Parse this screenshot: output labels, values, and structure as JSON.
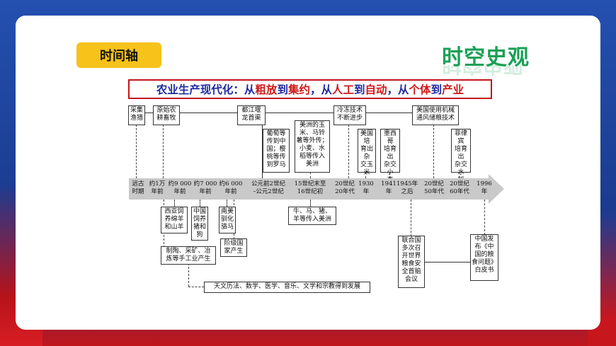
{
  "header": {
    "tag": "时间轴",
    "brand": "时空史观"
  },
  "banner": {
    "p1": "农业生产现代化：从",
    "w1": "粗放",
    "p2": "到",
    "w2": "集约",
    "p3": "，从",
    "w3": "人工",
    "p4": "到",
    "w4": "自动",
    "p5": "，从",
    "w5": "个体",
    "p6": "到",
    "w6": "产业"
  },
  "top_boxes": {
    "b1": "采集\n渔猎",
    "b2": "原始农\n耕畜牧",
    "b3": "都江堰\n龙首渠",
    "b4": "葡萄等\n传到中\n国；樱\n桃等传\n到罗马",
    "b5": "美洲的玉\n米、马铃\n薯等外传；\n小麦、水\n稻等传入\n美洲",
    "b6": "冷冻技术\n不断进步",
    "b7": "美国培\n育出杂\n交玉米",
    "b8": "墨西哥\n培育出\n杂交小\n麦",
    "b9": "美国使用机械\n通风储粮技术",
    "b10": "菲律宾\n培育出\n杂交水\n稻"
  },
  "dates": [
    "远古\n时期",
    "约1万\n年前",
    "约9 000\n年前",
    "约7 000\n年前",
    "约6 000\n年前",
    "公元前2世纪\n–公元2世纪",
    "15世纪末至\n16世纪初",
    "20世纪\n20年代",
    "1930\n年",
    "1941\n年",
    "1945年\n之后",
    "20世纪\n50年代",
    "20世纪\n60年代",
    "1996\n年"
  ],
  "bottom_boxes": {
    "c1": "西亚饲\n养绵羊\n和山羊",
    "c2": "中国\n饲养\n猪和\n狗",
    "c3": "南美\n驯化\n骆马",
    "c4": "牛、马、猪、\n羊等传入美洲",
    "c5": "制陶、采矿、冶\n炼等手工业产生",
    "c6": "阶级国\n家产生",
    "c7": "天文历法、数学、医学、音乐、文学和宗教得到发展",
    "c8": "联合国\n多次召\n开世界\n粮食安\n全首脑\n会议",
    "c9": "中国发\n布《中\n国的粮\n食问题》\n白皮书"
  }
}
